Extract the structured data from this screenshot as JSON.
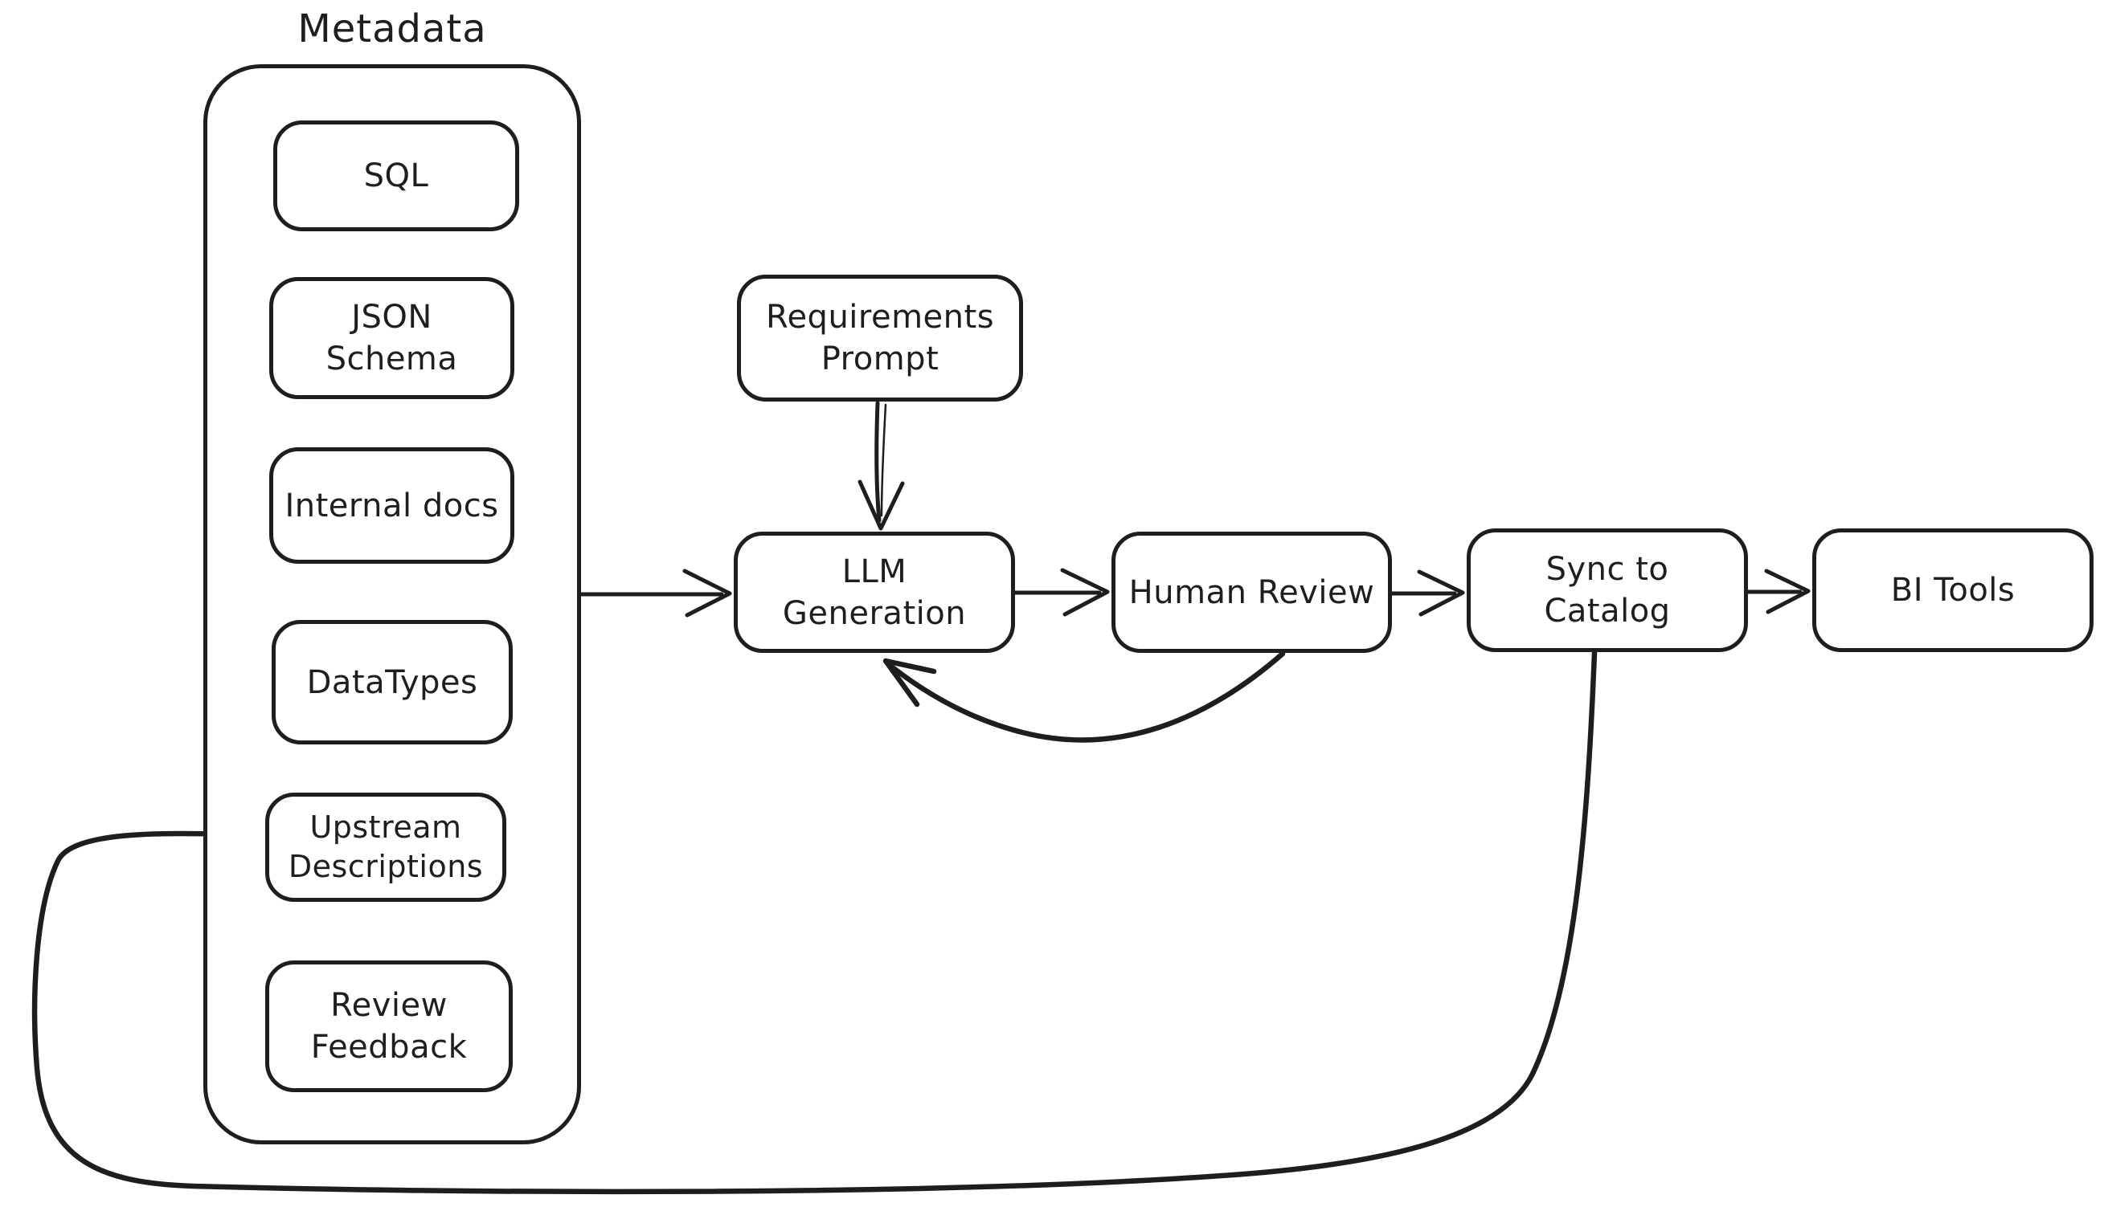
{
  "diagram": {
    "colors": {
      "stroke": "#1e1e1e",
      "background": "#ffffff"
    },
    "metadata_group": {
      "label": "Metadata",
      "items": [
        {
          "label": "SQL"
        },
        {
          "label": "JSON Schema"
        },
        {
          "label": "Internal docs"
        },
        {
          "label": "DataTypes"
        },
        {
          "label": "Upstream\nDescriptions"
        },
        {
          "label": "Review\nFeedback"
        }
      ]
    },
    "nodes": [
      {
        "label": "Requirements\nPrompt"
      },
      {
        "label": "LLM Generation"
      },
      {
        "label": "Human Review"
      },
      {
        "label": "Sync to Catalog"
      },
      {
        "label": "BI Tools"
      }
    ],
    "edges": [
      {
        "from": "Metadata",
        "to": "LLM Generation",
        "type": "straight"
      },
      {
        "from": "Requirements Prompt",
        "to": "LLM Generation",
        "type": "straight"
      },
      {
        "from": "LLM Generation",
        "to": "Human Review",
        "type": "straight"
      },
      {
        "from": "Human Review",
        "to": "LLM Generation",
        "type": "feedback-curve"
      },
      {
        "from": "Human Review",
        "to": "Sync to Catalog",
        "type": "straight"
      },
      {
        "from": "Sync to Catalog",
        "to": "BI Tools",
        "type": "straight"
      },
      {
        "from": "Sync to Catalog",
        "to": "Upstream Descriptions",
        "type": "feedback-curve"
      }
    ]
  }
}
